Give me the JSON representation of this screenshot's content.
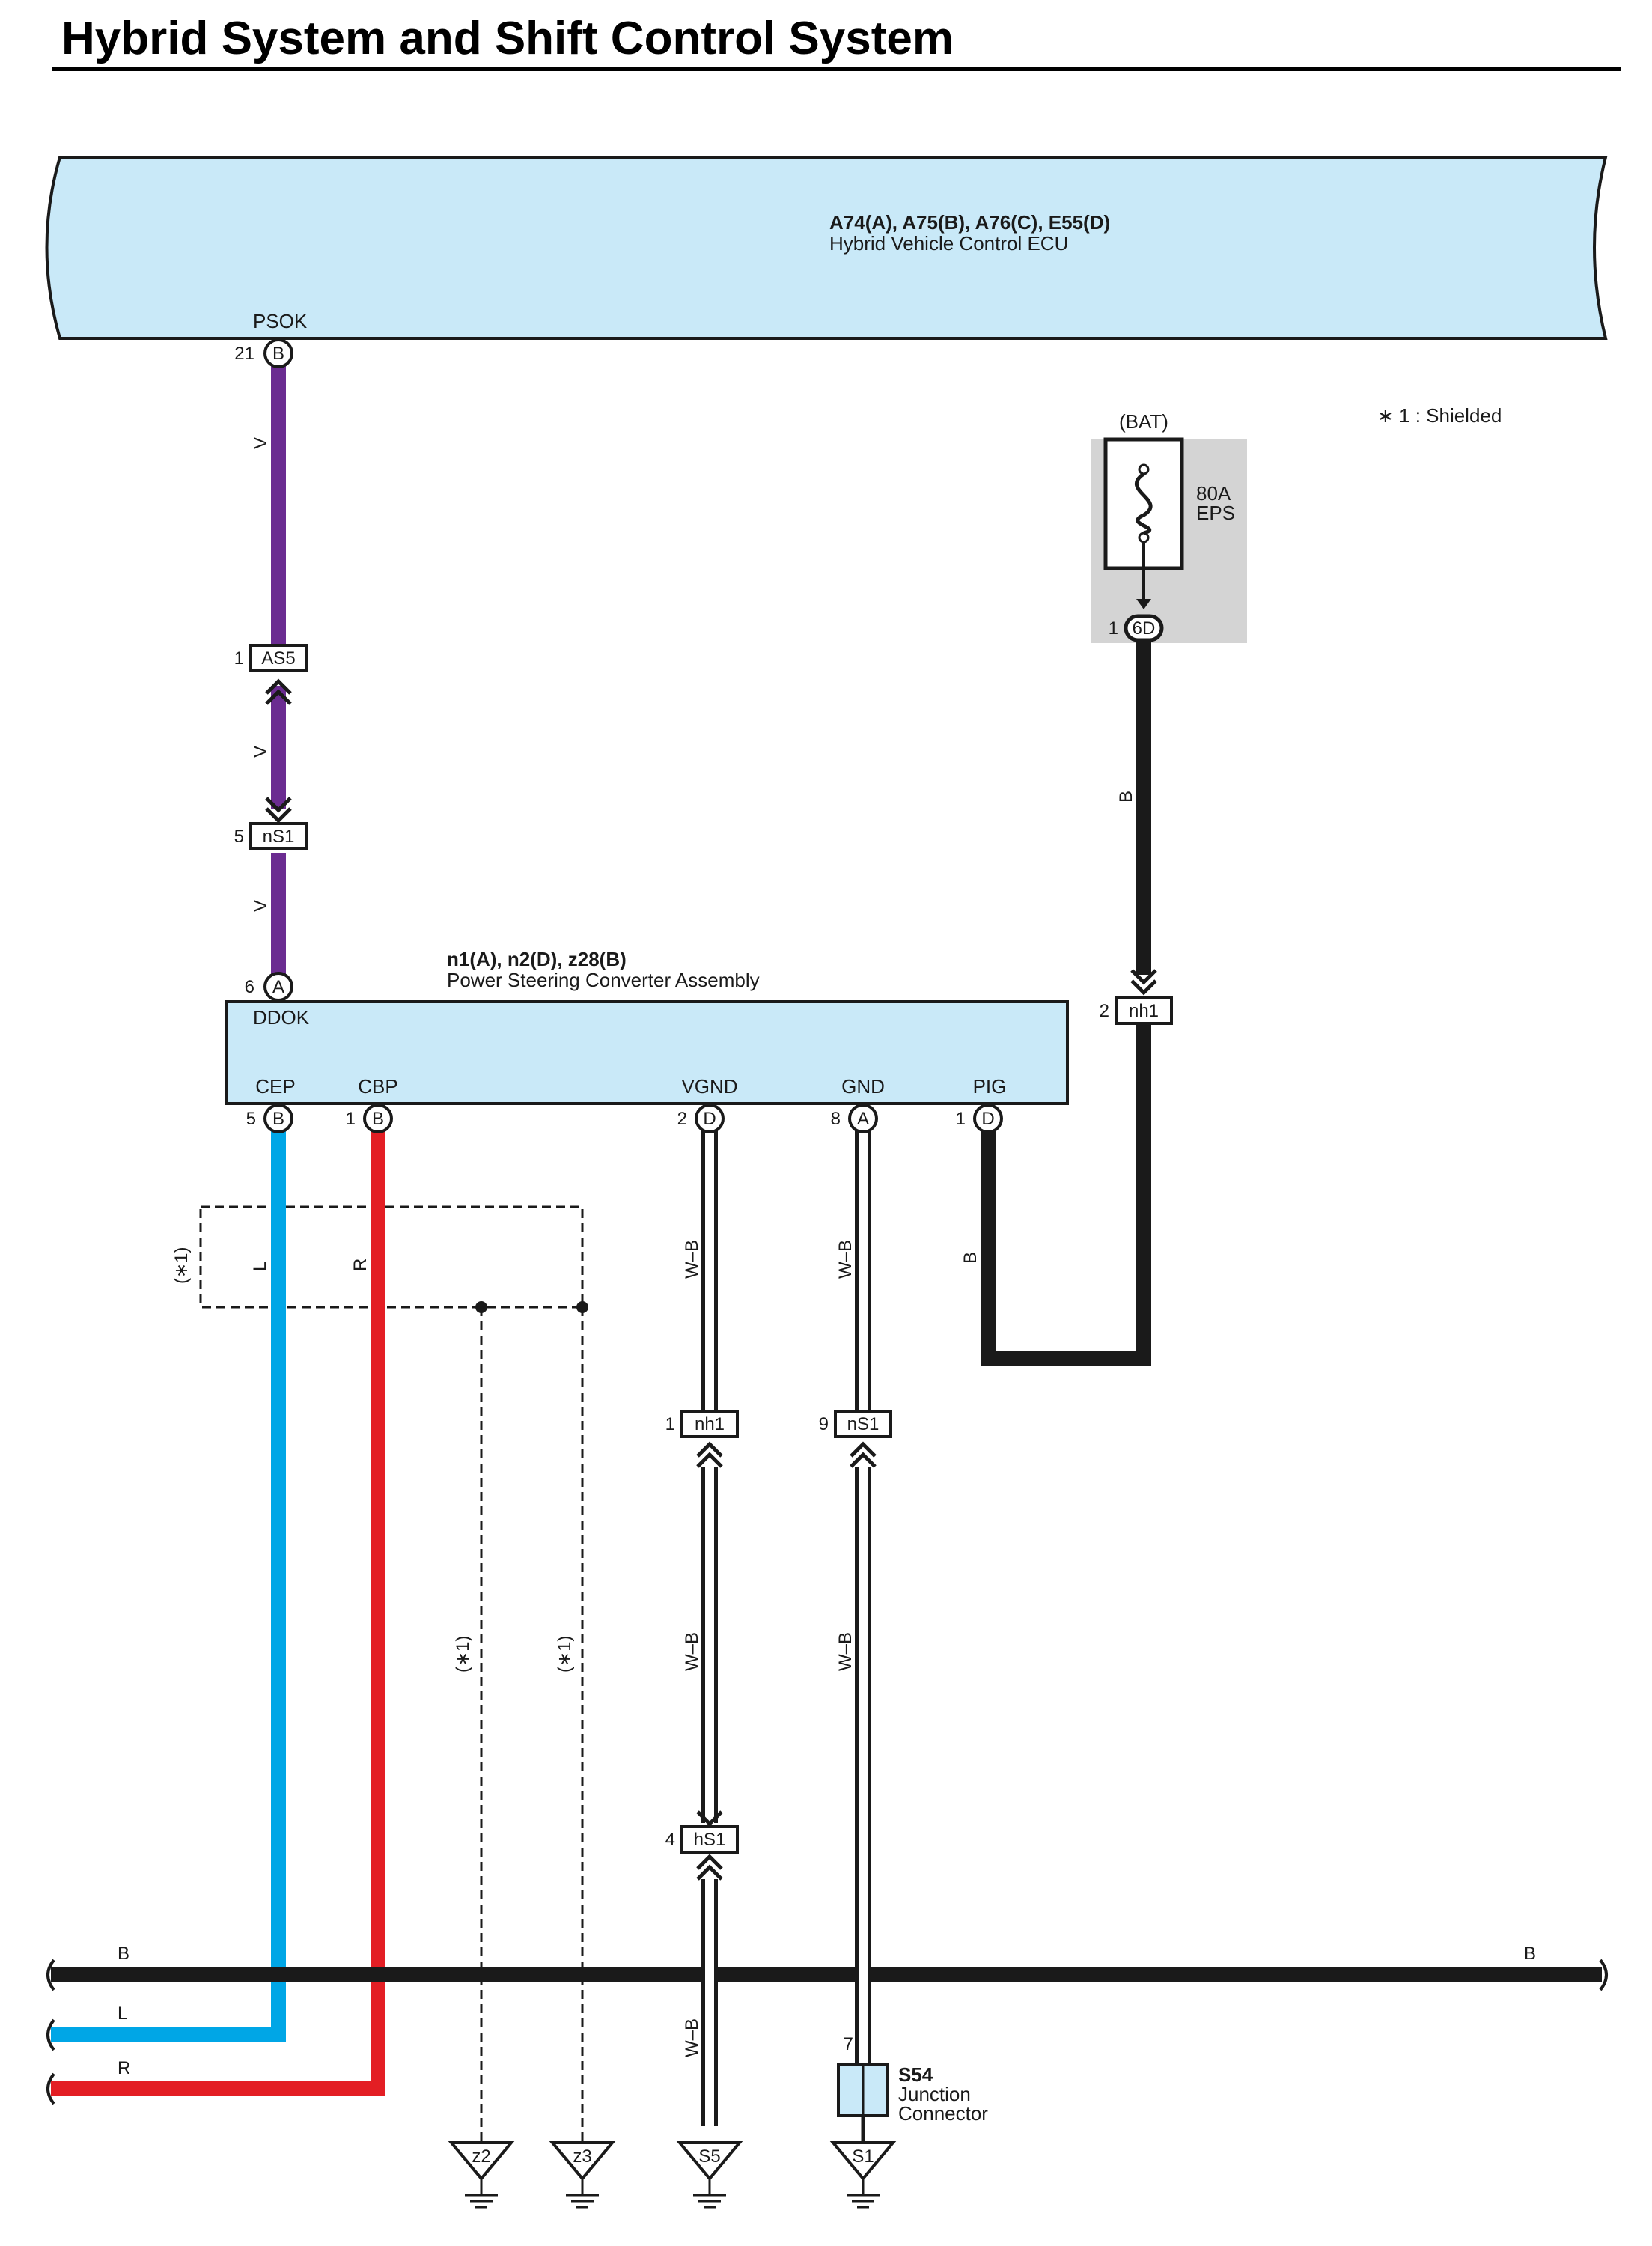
{
  "title": "Hybrid System and Shift Control System",
  "legend": "∗ 1 : Shielded",
  "ecu": {
    "connectors": "A74(A), A75(B), A76(C), E55(D)",
    "name": "Hybrid Vehicle Control ECU",
    "terminal": "PSOK",
    "pin_no": "21",
    "pin_conn": "B"
  },
  "fuse": {
    "source": "(BAT)",
    "rating": "80A",
    "name": "EPS",
    "pin_no": "1",
    "pin_conn": "6D"
  },
  "converter": {
    "connectors": "n1(A), n2(D), z28(B)",
    "name": "Power Steering Converter Assembly",
    "top_terminal": "DDOK",
    "top_pin_no": "6",
    "top_pin_conn": "A",
    "terminals": [
      {
        "name": "CEP",
        "pin_no": "5",
        "pin_conn": "B"
      },
      {
        "name": "CBP",
        "pin_no": "1",
        "pin_conn": "B"
      },
      {
        "name": "VGND",
        "pin_no": "2",
        "pin_conn": "D"
      },
      {
        "name": "GND",
        "pin_no": "8",
        "pin_conn": "A"
      },
      {
        "name": "PIG",
        "pin_no": "1",
        "pin_conn": "D"
      }
    ]
  },
  "inline_connectors": {
    "as5": {
      "pin": "1",
      "code": "AS5"
    },
    "ns1_top": {
      "pin": "5",
      "code": "nS1"
    },
    "nh1_right": {
      "pin": "2",
      "code": "nh1"
    },
    "nh1": {
      "pin": "1",
      "code": "nh1"
    },
    "ns1": {
      "pin": "9",
      "code": "nS1"
    },
    "hs1": {
      "pin": "4",
      "code": "hS1"
    }
  },
  "wire_colors": {
    "v": "V",
    "b": "B",
    "l": "L",
    "r": "R",
    "wb": "W–B",
    "shield": "(∗1)"
  },
  "bus": {
    "b_left": "B",
    "b_right": "B",
    "l": "L",
    "r": "R"
  },
  "junction": {
    "pin": "7",
    "code": "S54",
    "name1": "Junction",
    "name2": "Connector"
  },
  "grounds": [
    "z2",
    "z3",
    "S5",
    "S1"
  ],
  "colors": {
    "violet": "#6b2c91",
    "black": "#1a1a1a",
    "blue": "#00a6e6",
    "red": "#e31e24",
    "panel": "#c9e9f8",
    "fuse_bg": "#d4d4d4"
  }
}
